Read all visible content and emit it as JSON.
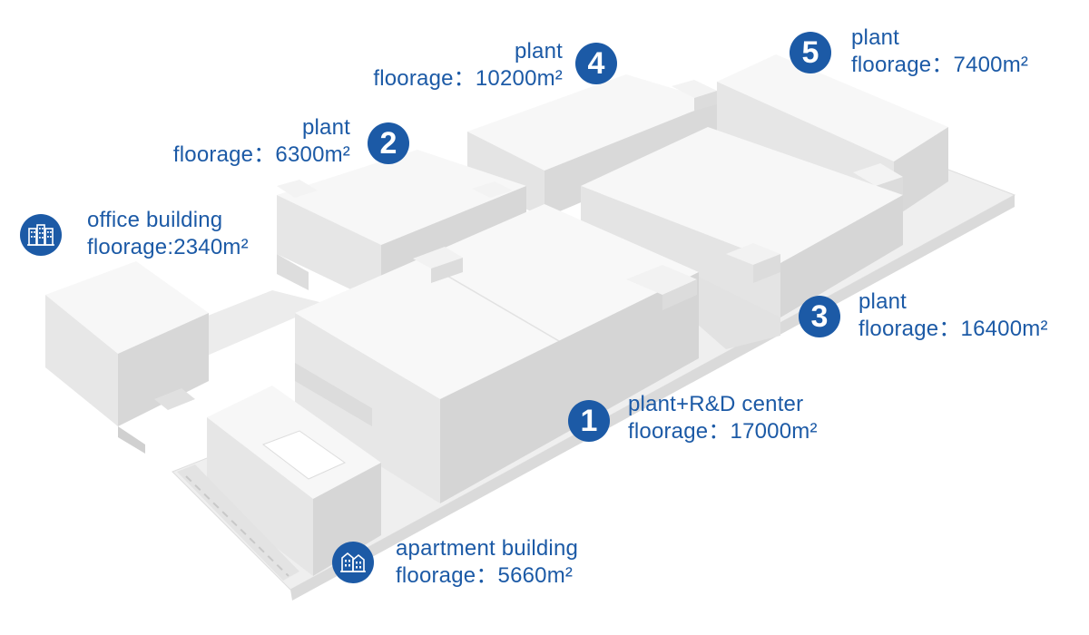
{
  "colors": {
    "accent": "#1c5aa6",
    "roof": "#f7f7f7",
    "wall_light": "#e9e9e9",
    "wall_dark": "#d6d6d6",
    "ground": "#efefef"
  },
  "buildings": [
    {
      "id": "1",
      "name": "plant+R&D center",
      "floorage": "floorage：17000m²"
    },
    {
      "id": "2",
      "name": "plant",
      "floorage": "floorage：6300m²"
    },
    {
      "id": "3",
      "name": "plant",
      "floorage": "floorage：16400m²"
    },
    {
      "id": "4",
      "name": "plant",
      "floorage": "floorage：10200m²"
    },
    {
      "id": "5",
      "name": "plant",
      "floorage": "floorage：7400m²"
    }
  ],
  "office": {
    "name": "office building",
    "floorage": "floorage:2340m²",
    "icon": "office-building-icon"
  },
  "apartment": {
    "name": "apartment building",
    "floorage": "floorage：5660m²",
    "icon": "apartment-building-icon"
  }
}
